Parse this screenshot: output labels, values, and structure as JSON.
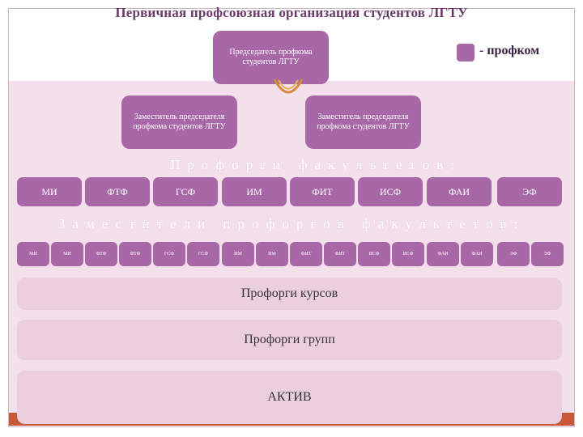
{
  "title": "Первичная профсоюзная организация студентов ЛГТУ",
  "chairman": "Председатель профкома студентов ЛГТУ",
  "deputies": [
    "Заместитель председателя профкома студентов ЛГТУ",
    "Заместитель председателя профкома студентов ЛГТУ"
  ],
  "legend": {
    "label": "- профком",
    "color": "#a868a8"
  },
  "faculty_section_title": "Профорги факультетов:",
  "faculties": [
    "МИ",
    "ФТФ",
    "ГСФ",
    "ИМ",
    "ФИТ",
    "ИСФ",
    "ФАИ",
    "ЭФ"
  ],
  "deputy_section_title": "Заместители профоргов факультетов:",
  "deputy_faculties": [
    "МИ",
    "МИ",
    "ФТФ",
    "ФТФ",
    "ГСФ",
    "ГСФ",
    "ИМ",
    "ИМ",
    "ФИТ",
    "ФИТ",
    "ИСФ",
    "ИСФ",
    "ФАИ",
    "ФАИ",
    "ЭФ",
    "ЭФ"
  ],
  "levels": [
    "Профорги курсов",
    "Профорги групп",
    "АКТИВ"
  ]
}
